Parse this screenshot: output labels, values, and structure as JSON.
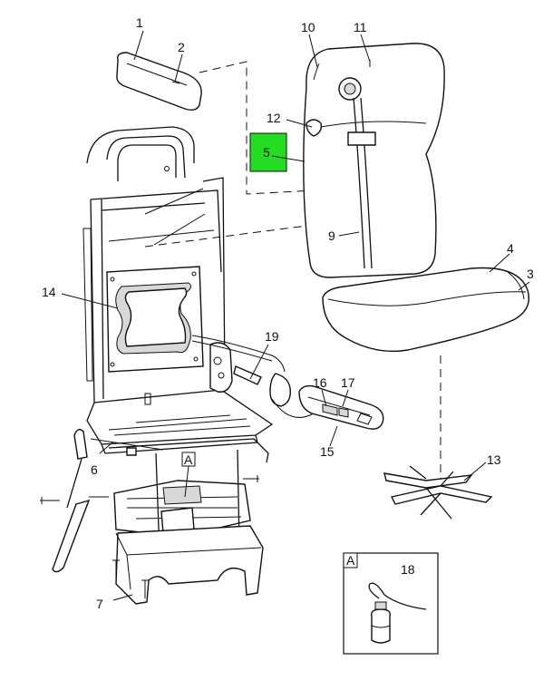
{
  "callouts": {
    "c1": "1",
    "c2": "2",
    "c3": "3",
    "c4": "4",
    "c5": "5",
    "c6": "6",
    "c7": "7",
    "c9": "9",
    "c10": "10",
    "c11": "11",
    "c12": "12",
    "c13": "13",
    "c14": "14",
    "c15": "15",
    "c16": "16",
    "c17": "17",
    "c18": "18",
    "c19": "19"
  },
  "detail": {
    "marker": "A",
    "inset_marker": "A"
  },
  "colors": {
    "highlight": "#22dd22",
    "ink": "#111111"
  }
}
